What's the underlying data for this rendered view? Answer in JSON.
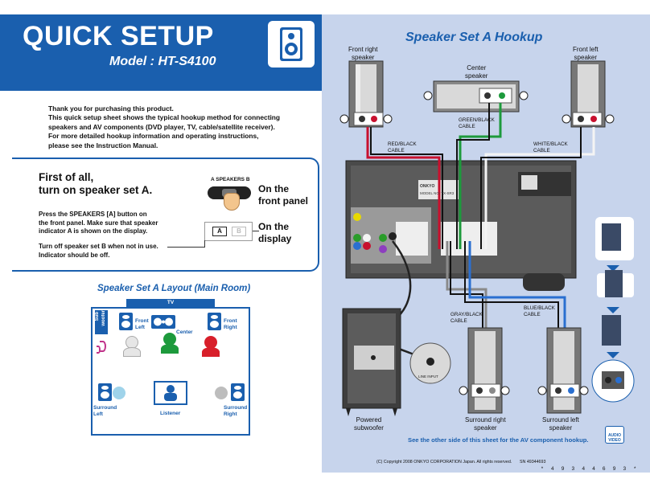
{
  "header": {
    "title": "QUICK SETUP",
    "model": "Model : HT-S4100"
  },
  "intro": [
    "Thank you for purchasing this product.",
    "This quick setup sheet shows the typical hookup method for connecting",
    "speakers and AV components (DVD player, TV, cable/satellite receiver).",
    "For more detailed hookup information and operating instructions,",
    "please see the Instruction Manual."
  ],
  "first": {
    "title_lines": [
      "First of all,",
      "turn on speaker set A."
    ],
    "press_lines": [
      "Press the SPEAKERS [A] button on",
      "the front panel. Make sure that speaker",
      "indicator A is shown on the display."
    ],
    "turnoff_lines": [
      "Turn off speaker set B when not in use.",
      "Indicator should be off."
    ],
    "speakers_label": "A  SPEAKERS  B",
    "front_panel_lines": [
      "On the",
      "front panel"
    ],
    "display_lines": [
      "On the",
      "display"
    ],
    "indicator_a": "A",
    "indicator_b": "B"
  },
  "layout": {
    "title": "Speaker Set A Layout (Main Room)",
    "tv": "TV",
    "subwoofer_lines": [
      "Sub",
      "woofer"
    ],
    "front_left_lines": [
      "Front",
      "Left"
    ],
    "center": "Center",
    "front_right_lines": [
      "Front",
      "Right"
    ],
    "surround_left_lines": [
      "Surround",
      "Left"
    ],
    "listener": "Listener",
    "surround_right_lines": [
      "Surround",
      "Right"
    ]
  },
  "hookup": {
    "title": "Speaker Set A Hookup",
    "front_right_lines": [
      "Front right",
      "speaker"
    ],
    "center_lines": [
      "Center",
      "speaker"
    ],
    "front_left_lines": [
      "Front left",
      "speaker"
    ],
    "green_black_lines": [
      "GREEN/BLACK",
      "CABLE"
    ],
    "red_black_lines": [
      "RED/BLACK",
      "CABLE"
    ],
    "white_black_lines": [
      "WHITE/BLACK",
      "CABLE"
    ],
    "gray_black_lines": [
      "GRAY/BLACK",
      "CABLE"
    ],
    "blue_black_lines": [
      "BLUE/BLACK",
      "CABLE"
    ],
    "powered_sub_lines": [
      "Powered",
      "subwoofer"
    ],
    "surround_right_lines": [
      "Surround right",
      "speaker"
    ],
    "surround_left_lines": [
      "Surround left",
      "speaker"
    ],
    "line_input": "LINE INPUT",
    "receiver_brand": "ONKYO",
    "receiver_model": "MODEL NO. TX-SR3"
  },
  "footer": {
    "see_other": "See the other side of this sheet for the AV component hookup.",
    "audio_video_lines": [
      "AUDIO",
      "VIDEO"
    ],
    "copyright": "(C) Copyright 2008 ONKYO CORPORATION Japan. All rights reserved.",
    "sn": "SN 49344693",
    "barcode_number": "* 4 9 3 4 4 6 9 3 *"
  },
  "colors": {
    "brand_blue": "#1a5fae",
    "panel_bg": "#c7d4ec",
    "red_cable": "#c8102e",
    "green_cable": "#1d9a3c",
    "white_cable": "#f4f4f4",
    "gray_cable": "#8a8a8a",
    "blue_cable": "#2a6fd0",
    "wave_magenta": "#c0338a"
  }
}
